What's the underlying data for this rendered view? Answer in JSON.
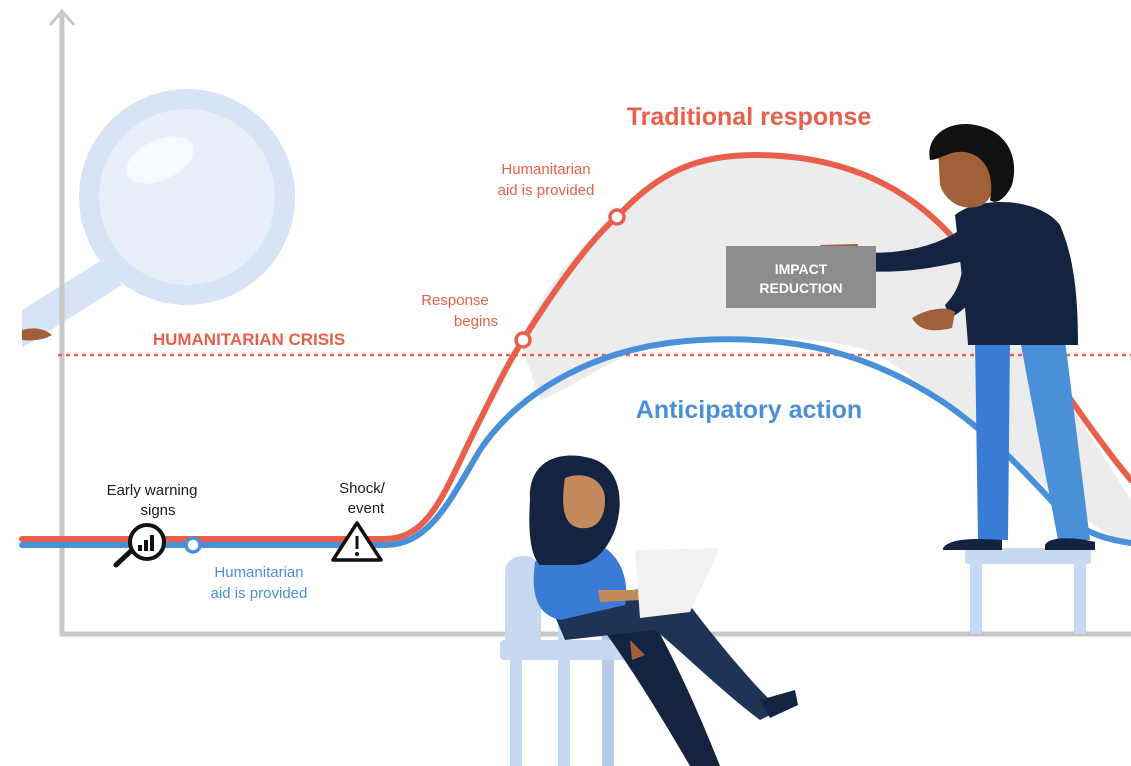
{
  "colors": {
    "traditional": "#e8604c",
    "anticipatory": "#4a90d9",
    "axis": "#c8c8c8",
    "impact_fill": "#ececec",
    "impact_box": "#8c8c8c",
    "label_dark": "#1a1a1a",
    "crisis": "#e8604c",
    "skin": "#a0603a",
    "navy": "#14233f",
    "chair": "#c6d9f0"
  },
  "labels": {
    "traditional_title": "Traditional response",
    "anticipatory_title": "Anticipatory action",
    "crisis_label": "HUMANITARIAN CRISIS",
    "aid_top_line1": "Humanitarian",
    "aid_top_line2": "aid is provided",
    "response_line1": "Response",
    "response_line2": "begins",
    "early_line1": "Early warning",
    "early_line2": "signs",
    "shock_line1": "Shock/",
    "shock_line2": "event",
    "aid_bottom_line1": "Humanitarian",
    "aid_bottom_line2": "aid is provided",
    "impact_line1": "IMPACT",
    "impact_line2": "REDUCTION"
  },
  "icons": {
    "magnifier": "magnifying-glass-icon",
    "early_warning": "chart-magnifier-icon",
    "shock": "warning-triangle-icon",
    "axis_arrow": "arrow-up-icon"
  }
}
